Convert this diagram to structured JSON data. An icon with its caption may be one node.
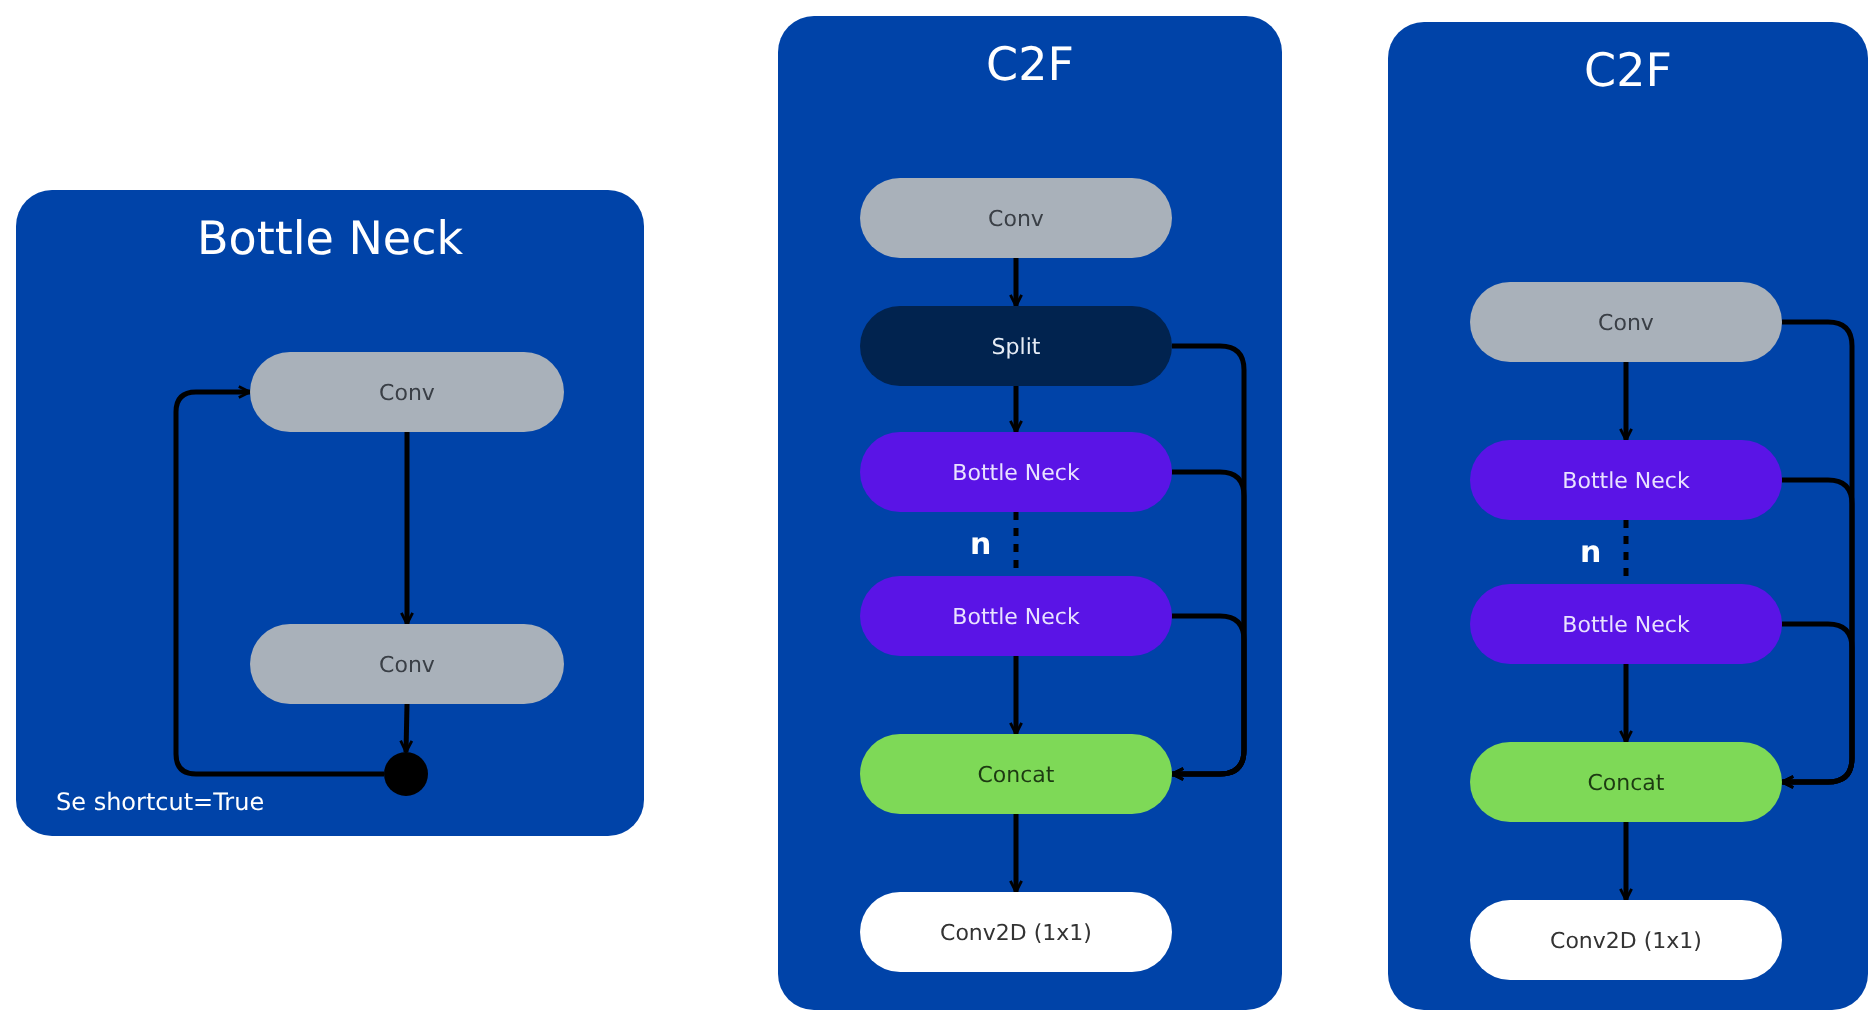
{
  "diagram": {
    "nodes": [
      {
        "text": [
          "Bottle Neck",
          "Se shortcut=True"
        ]
      },
      {
        "text": [
          "Conv"
        ],
        "in": 0
      },
      {
        "text": [
          "Conv"
        ],
        "in": 0
      },
      {
        "text": [],
        "shape": "circle",
        "in": 0
      },
      {
        "text": [
          "C2F"
        ]
      },
      {
        "text": [
          "Conv"
        ],
        "in": 4
      },
      {
        "text": [
          "Split"
        ],
        "in": 4
      },
      {
        "text": [
          "Bottle Neck"
        ],
        "in": 4
      },
      {
        "text": [
          "Bottle Neck"
        ],
        "in": 4
      },
      {
        "text": [
          "Concat"
        ],
        "in": 4
      },
      {
        "text": [
          "Conv2D (1x1)"
        ],
        "in": 4
      },
      {
        "text": [
          "C2F"
        ]
      },
      {
        "text": [
          "Conv"
        ],
        "in": 11
      },
      {
        "text": [
          "Bottle Neck"
        ],
        "in": 11
      },
      {
        "text": [
          "Bottle Neck"
        ],
        "in": 11
      },
      {
        "text": [
          "Concat"
        ],
        "in": 11
      },
      {
        "text": [
          "Conv2D (1x1)"
        ],
        "in": 11
      }
    ],
    "edges": [
      {
        "from": 1,
        "to": 2,
        "arrow": "to"
      },
      {
        "from": 2,
        "to": 3,
        "arrow": "to"
      },
      {
        "from": 3,
        "to": 1,
        "arrow": "to"
      },
      {
        "from": 5,
        "to": 6,
        "arrow": "to"
      },
      {
        "from": 6,
        "to": 7,
        "arrow": "to"
      },
      {
        "from": 7,
        "to": 8,
        "arrow": "none",
        "style": "dashed",
        "label": "n"
      },
      {
        "from": 8,
        "to": 9,
        "arrow": "to"
      },
      {
        "from": 6,
        "to": 9,
        "arrow": "to"
      },
      {
        "from": 7,
        "to": 9,
        "arrow": "to"
      },
      {
        "from": 8,
        "to": 9,
        "arrow": "to"
      },
      {
        "from": 9,
        "to": 10,
        "arrow": "to"
      },
      {
        "from": 12,
        "to": 13,
        "arrow": "to"
      },
      {
        "from": 13,
        "to": 14,
        "arrow": "none",
        "style": "dashed",
        "label": "n"
      },
      {
        "from": 14,
        "to": 15,
        "arrow": "to"
      },
      {
        "from": 12,
        "to": 15,
        "arrow": "to"
      },
      {
        "from": 13,
        "to": 15,
        "arrow": "to"
      },
      {
        "from": 14,
        "to": 15,
        "arrow": "to"
      },
      {
        "from": 15,
        "to": 16,
        "arrow": "to"
      }
    ]
  }
}
